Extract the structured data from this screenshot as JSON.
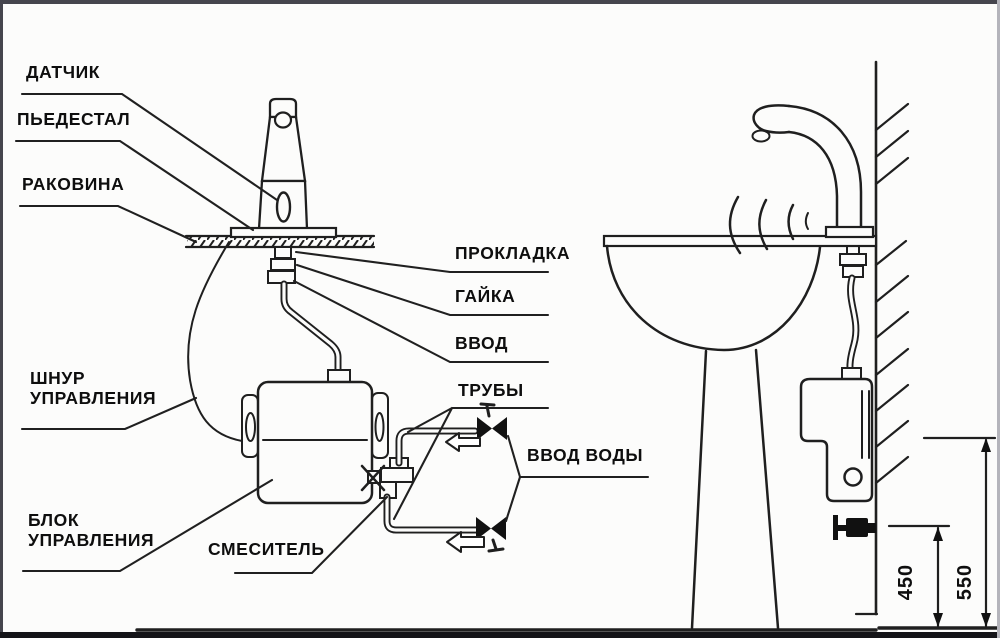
{
  "labels": {
    "sensor": "ДАТЧИК",
    "pedestal": "ПЬЕДЕСТАЛ",
    "sink": "РАКОВИНА",
    "gasket": "ПРОКЛАДКА",
    "nut": "ГАЙКА",
    "inlet": "ВВОД",
    "pipes": "ТРУБЫ",
    "water_inlet": "ВВОД ВОДЫ",
    "control_cord_line1": "ШНУР",
    "control_cord_line2": "УПРАВЛЕНИЯ",
    "control_unit_line1": "БЛОК",
    "control_unit_line2": "УПРАВЛЕНИЯ",
    "mixer": "СМЕСИТЕЛЬ"
  },
  "dimensions": {
    "valve_height_mm": "450",
    "box_height_mm": "550"
  },
  "colors": {
    "ink": "#1f1f1f",
    "background": "#fcfcfb",
    "frame_dark": "#45454d",
    "frame_bottom": "#141418"
  }
}
